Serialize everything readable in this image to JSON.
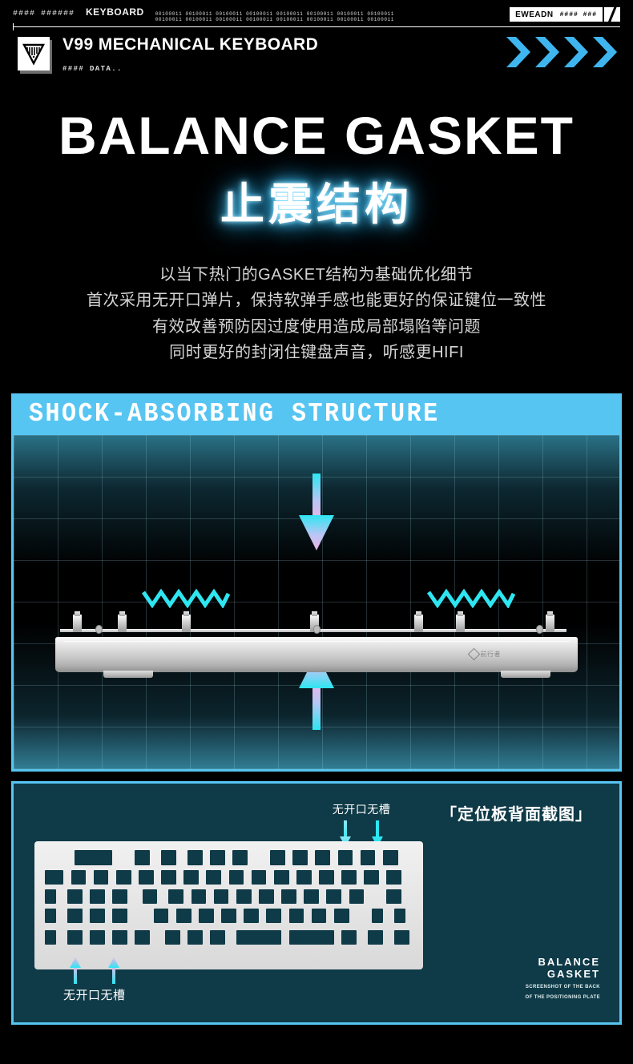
{
  "topbar": {
    "hash_left": "#### ######",
    "keyboard_label": "KEYBOARD",
    "binary_line1": "00100011 00100011 00100011 00100011 00100011 00100011 00100011  00100011",
    "binary_line2": "00100011 00100011 00100011 00100011 00100011 00100011 00100011  00100011",
    "brand": "EWEADN",
    "brand_hash": "#### ###",
    "slash_icon": "diagonal-slash-icon"
  },
  "header": {
    "logo_icon": "triangle-emblem-icon",
    "title": "V99 MECHANICAL KEYBOARD",
    "subtitle": "#### DATA..",
    "chevron_icon": "double-chevron-right-icon",
    "chevron_count": 4
  },
  "hero": {
    "title_en": "BALANCE GASKET",
    "title_cn": "止震结构"
  },
  "description": {
    "lines": [
      "以当下热门的GASKET结构为基础优化细节",
      "首次采用无开口弹片，保持软弹手感也能更好的保证键位一致性",
      "有效改善预防因过度使用造成局部塌陷等问题",
      "同时更好的封闭住键盘声音，听感更HIFI"
    ]
  },
  "banner": {
    "text": "SHOCK-ABSORBING STRUCTURE"
  },
  "grid_panel": {
    "arrow_down_icon": "arrow-down-icon",
    "arrow_up_icon": "arrow-up-icon",
    "spring_icon": "zigzag-spring-icon",
    "keyboard_brand": "前行者"
  },
  "plate_panel": {
    "note_top": "无开口无槽",
    "note_bottom": "无开口无槽",
    "caption": "「定位板背面截图」",
    "arrow_down_icon": "arrow-down-icon",
    "arrow_up_icon": "arrow-up-icon",
    "logo_line1": "BALANCE",
    "logo_line2": "GASKET",
    "logo_sub1": "SCREENSHOT OF THE BACK",
    "logo_sub2": "OF THE POSITIONING PLATE"
  },
  "colors": {
    "accent_cyan": "#57c5f2",
    "panel_teal": "#0f3a47",
    "background": "#000000",
    "arrow_pink": "#e6aee8",
    "text_white": "#ffffff"
  }
}
